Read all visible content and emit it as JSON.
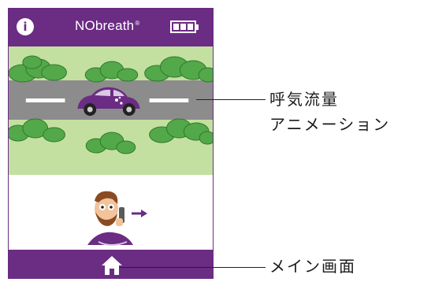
{
  "header": {
    "info_glyph": "i",
    "brand_name": "NObreath",
    "brand_mark": "®",
    "battery_level": 1.0
  },
  "scene": {
    "description_hidden": false
  },
  "callouts": {
    "animation_line1": "呼気流量",
    "animation_line2": "アニメーション",
    "home": "メイン画面"
  },
  "colors": {
    "brand_purple": "#6b2c83",
    "grass": "#c3e0a1",
    "road": "#8c8c8c",
    "bush": "#53a84a"
  }
}
